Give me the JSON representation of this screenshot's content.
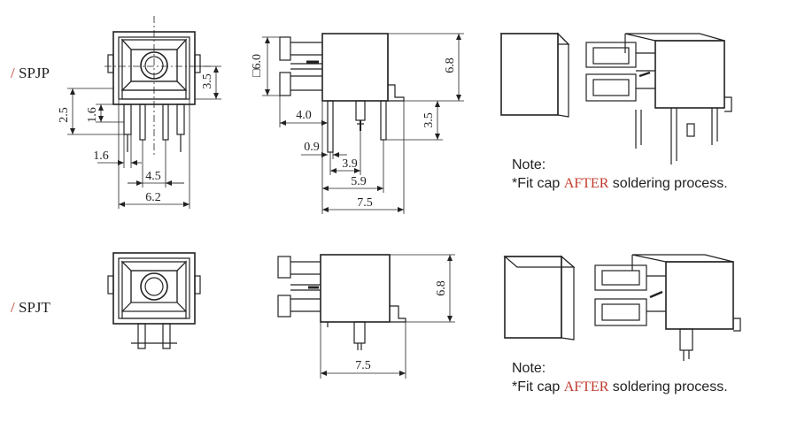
{
  "variants": [
    {
      "slash": "/",
      "name": "SPJP"
    },
    {
      "slash": "/",
      "name": "SPJT"
    }
  ],
  "dimensions": {
    "spjp": {
      "front": {
        "d35": "3.5",
        "d25": "2.5",
        "d16v": "1.6",
        "d16h": "1.6",
        "d45": "4.5",
        "d62": "6.2"
      },
      "side": {
        "d60": "□6.0",
        "d40": "4.0",
        "d68": "6.8",
        "d35": "3.5",
        "d09": "0.9",
        "d39": "3.9",
        "d59": "5.9",
        "d75": "7.5"
      }
    },
    "spjt": {
      "side": {
        "d68": "6.8",
        "d75": "7.5"
      }
    }
  },
  "notes": [
    {
      "title": "Note:",
      "prefix": "*Fit cap ",
      "emphasis": "AFTER",
      "suffix": " soldering process."
    },
    {
      "title": "Note:",
      "prefix": "*Fit cap ",
      "emphasis": "AFTER",
      "suffix": " soldering process."
    }
  ],
  "colors": {
    "line": "#222222",
    "accent": "#c0392b",
    "fill": "#ffffff"
  }
}
